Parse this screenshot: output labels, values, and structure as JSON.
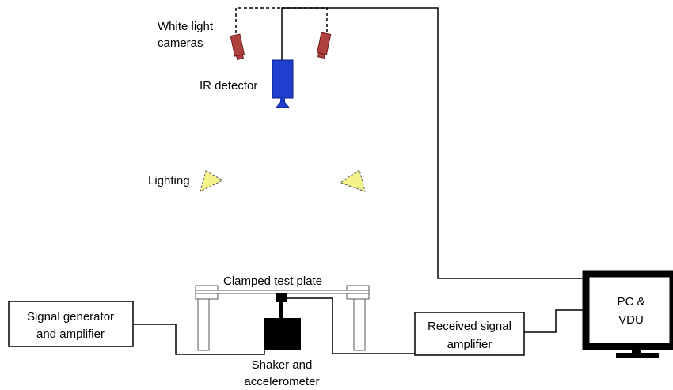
{
  "labels": {
    "cameras_line1": "White light",
    "cameras_line2": "cameras",
    "ir_detector": "IR detector",
    "lighting": "Lighting",
    "test_plate": "Clamped test plate",
    "signal_gen_line1": "Signal generator",
    "signal_gen_line2": "and amplifier",
    "received_line1": "Received signal",
    "received_line2": "amplifier",
    "pc_line1": "PC &",
    "pc_line2": "VDU",
    "shaker_line1": "Shaker and",
    "shaker_line2": "accelerometer"
  },
  "colors": {
    "camera": "#b0413e",
    "camera_stroke": "#6b1f1e",
    "ir_detector": "#1f3fcf",
    "light": "#f4f38a",
    "line": "#000000"
  }
}
